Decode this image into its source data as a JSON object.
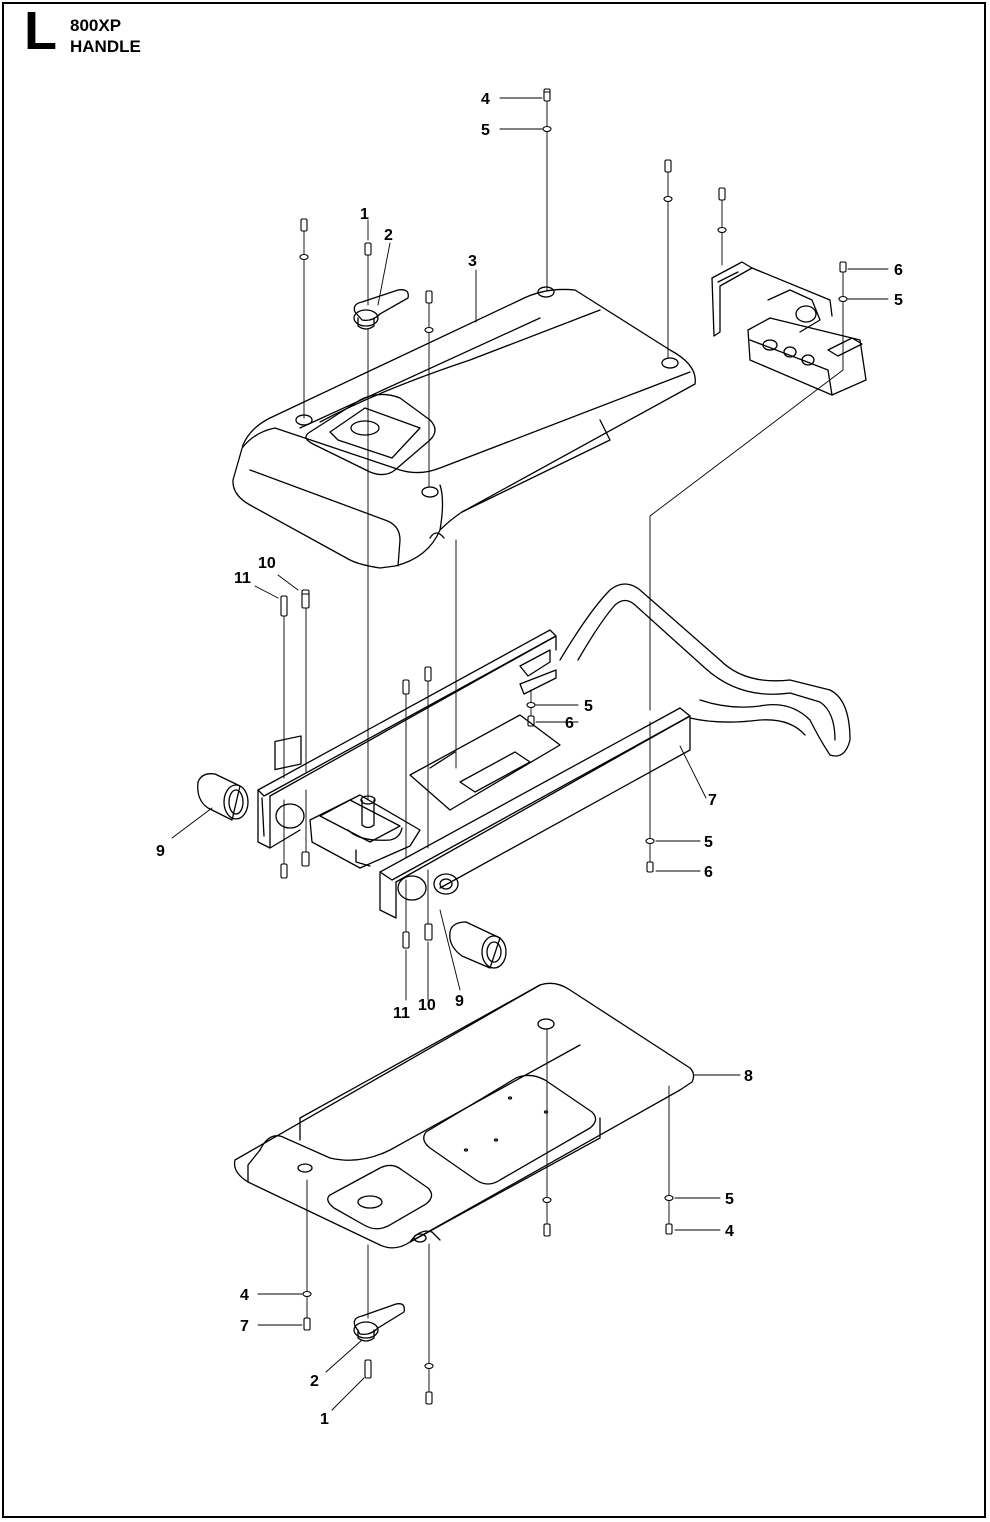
{
  "header": {
    "section_letter": "L",
    "model": "800XP",
    "name": "HANDLE"
  },
  "callouts": [
    {
      "id": "c4a",
      "label": "4"
    },
    {
      "id": "c5a",
      "label": "5"
    },
    {
      "id": "c1a",
      "label": "1"
    },
    {
      "id": "c2a",
      "label": "2"
    },
    {
      "id": "c3",
      "label": "3"
    },
    {
      "id": "c6a",
      "label": "6"
    },
    {
      "id": "c5b",
      "label": "5"
    },
    {
      "id": "c10a",
      "label": "10"
    },
    {
      "id": "c11a",
      "label": "11"
    },
    {
      "id": "c5c",
      "label": "5"
    },
    {
      "id": "c6b",
      "label": "6"
    },
    {
      "id": "c7a",
      "label": "7"
    },
    {
      "id": "c9a",
      "label": "9"
    },
    {
      "id": "c5d",
      "label": "5"
    },
    {
      "id": "c6c",
      "label": "6"
    },
    {
      "id": "c11b",
      "label": "11"
    },
    {
      "id": "c10b",
      "label": "10"
    },
    {
      "id": "c9b",
      "label": "9"
    },
    {
      "id": "c8",
      "label": "8"
    },
    {
      "id": "c5e",
      "label": "5"
    },
    {
      "id": "c4b",
      "label": "4"
    },
    {
      "id": "c4c",
      "label": "4"
    },
    {
      "id": "c7b",
      "label": "7"
    },
    {
      "id": "c2b",
      "label": "2"
    },
    {
      "id": "c1b",
      "label": "1"
    }
  ]
}
